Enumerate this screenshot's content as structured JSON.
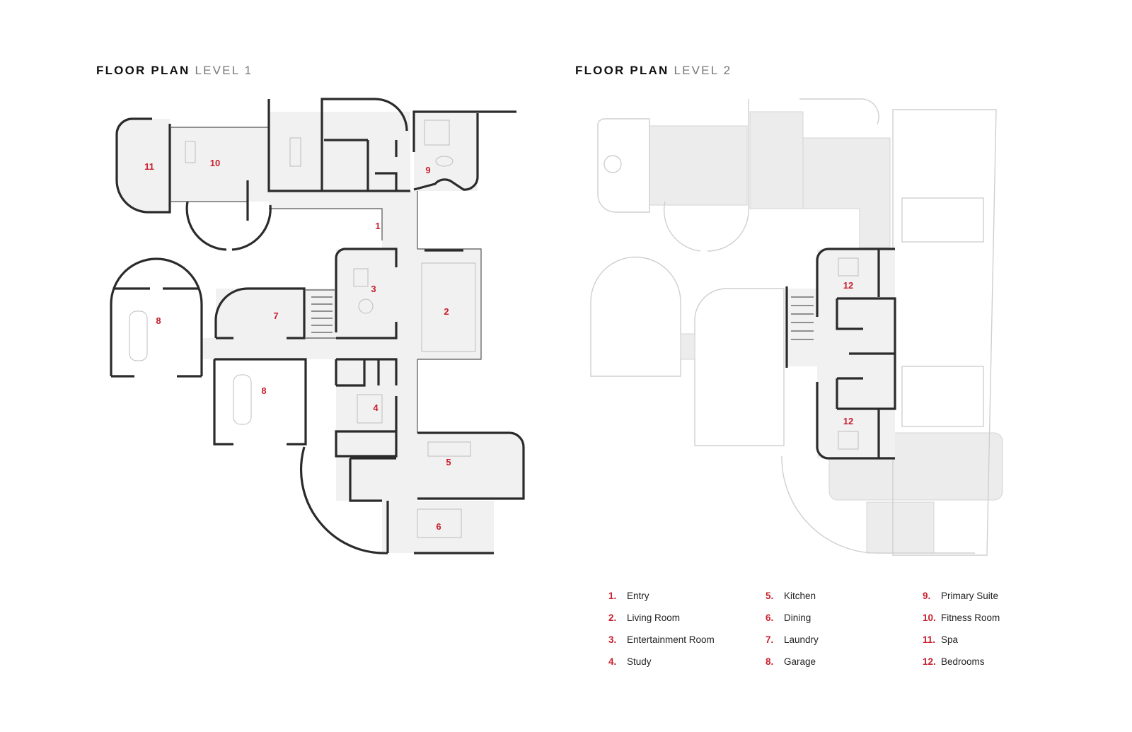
{
  "level1": {
    "title_bold": "FLOOR PLAN",
    "title_light": "LEVEL 1"
  },
  "level2": {
    "title_bold": "FLOOR PLAN",
    "title_light": "LEVEL 2"
  },
  "room_labels": {
    "l1": [
      "1",
      "2",
      "3",
      "4",
      "5",
      "6",
      "7",
      "8",
      "8",
      "9",
      "10",
      "11"
    ],
    "l2": [
      "12",
      "12"
    ]
  },
  "accent_color": "#c8202e",
  "legend": [
    {
      "num": "1.",
      "label": "Entry"
    },
    {
      "num": "2.",
      "label": "Living Room"
    },
    {
      "num": "3.",
      "label": "Entertainment Room"
    },
    {
      "num": "4.",
      "label": "Study"
    },
    {
      "num": "5.",
      "label": "Kitchen"
    },
    {
      "num": "6.",
      "label": "Dining"
    },
    {
      "num": "7.",
      "label": "Laundry"
    },
    {
      "num": "8.",
      "label": "Garage"
    },
    {
      "num": "9.",
      "label": "Primary Suite"
    },
    {
      "num": "10.",
      "label": "Fitness Room"
    },
    {
      "num": "11.",
      "label": "Spa"
    },
    {
      "num": "12.",
      "label": "Bedrooms"
    }
  ]
}
